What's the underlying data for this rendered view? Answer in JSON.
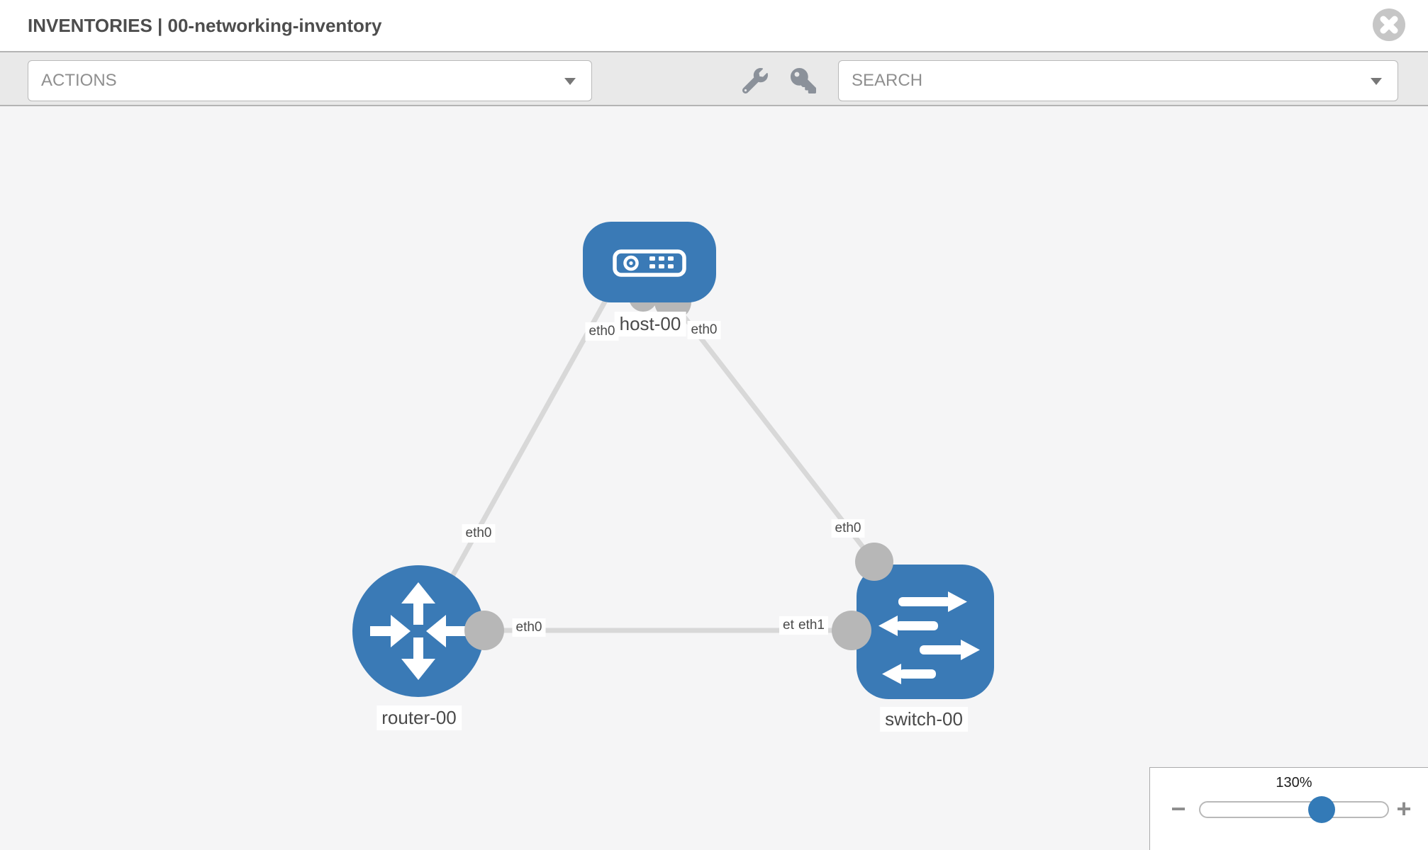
{
  "header": {
    "title": "INVENTORIES | 00-networking-inventory",
    "close_icon": "circle-x-icon"
  },
  "toolbar": {
    "actions_label": "ACTIONS",
    "search_label": "SEARCH",
    "tool_icons": [
      "wrench-icon",
      "key-icon"
    ]
  },
  "topology": {
    "nodes": [
      {
        "id": "host-00",
        "type": "host",
        "label": "host-00"
      },
      {
        "id": "router-00",
        "type": "router",
        "label": "router-00"
      },
      {
        "id": "switch-00",
        "type": "switch",
        "label": "switch-00"
      }
    ],
    "links": [
      {
        "source": "host-00",
        "target": "router-00",
        "source_interface": "eth0",
        "target_interface": "eth0"
      },
      {
        "source": "host-00",
        "target": "switch-00",
        "source_interface": "eth0",
        "target_interface": "eth0"
      },
      {
        "source": "router-00",
        "target": "switch-00",
        "source_interface": "eth0",
        "target_interface": "eth1"
      }
    ],
    "interface_labels": [
      {
        "text": "eth0",
        "position": "host-left"
      },
      {
        "text": "eth0",
        "position": "host-right"
      },
      {
        "text": "eth0",
        "position": "link-host-router"
      },
      {
        "text": "eth0",
        "position": "link-host-switch"
      },
      {
        "text": "eth0",
        "position": "router-right"
      },
      {
        "text": "eth0",
        "position": "switch-left-back"
      },
      {
        "text": "eth1",
        "position": "switch-left-front"
      }
    ]
  },
  "zoom_control": {
    "level": "130%",
    "minus_glyph": "−",
    "plus_glyph": "+"
  },
  "colors": {
    "node_blue": "#3a7ab6",
    "accent_blue": "#337ab7",
    "link_gray": "#d8d8d8",
    "endpoint_gray": "#b7b7b7",
    "canvas_bg": "#f5f5f6",
    "toolbar_bg": "#e9e9e9"
  }
}
